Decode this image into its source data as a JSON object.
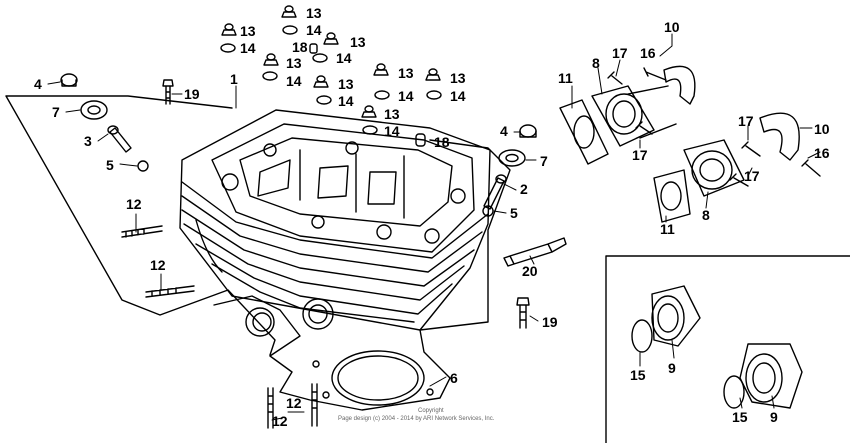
{
  "diagram": {
    "callouts": {
      "c1": "1",
      "c2": "2",
      "c3": "3",
      "c4a": "4",
      "c4b": "4",
      "c5a": "5",
      "c5b": "5",
      "c6": "6",
      "c7a": "7",
      "c7b": "7",
      "c8a": "8",
      "c8b": "8",
      "c9a": "9",
      "c9b": "9",
      "c10a": "10",
      "c10b": "10",
      "c11a": "11",
      "c11b": "11",
      "c12a": "12",
      "c12b": "12",
      "c12c": "12",
      "c12d": "12",
      "c13a": "13",
      "c13b": "13",
      "c13c": "13",
      "c13d": "13",
      "c13e": "13",
      "c13f": "13",
      "c13g": "13",
      "c14a": "14",
      "c14b": "14",
      "c14c": "14",
      "c14d": "14",
      "c14e": "14",
      "c14f": "14",
      "c14g": "14",
      "c14h": "14",
      "c15a": "15",
      "c15b": "15",
      "c16a": "16",
      "c16b": "16",
      "c17a": "17",
      "c17b": "17",
      "c17c": "17",
      "c17d": "17",
      "c18a": "18",
      "c18b": "18",
      "c19a": "19",
      "c19b": "19",
      "c20": "20"
    },
    "copyright_line1": "Copyright",
    "copyright_line2": "Page design (c) 2004 - 2014 by ARI Network Services, Inc."
  }
}
